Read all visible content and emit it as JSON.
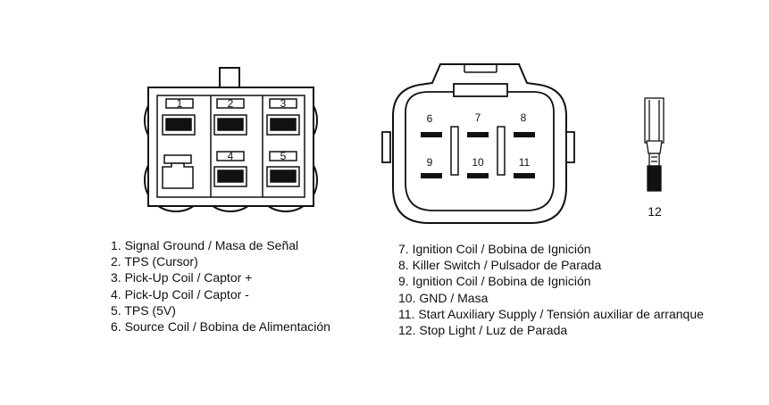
{
  "connector_a": {
    "pins": [
      {
        "label": "1"
      },
      {
        "label": "2"
      },
      {
        "label": "3"
      },
      {
        "label": "4"
      },
      {
        "label": "5"
      }
    ]
  },
  "connector_b": {
    "pins": [
      {
        "label": "6"
      },
      {
        "label": "7"
      },
      {
        "label": "8"
      },
      {
        "label": "9"
      },
      {
        "label": "10"
      },
      {
        "label": "11"
      }
    ]
  },
  "terminal": {
    "label": "12"
  },
  "legend_left": [
    "1. Signal Ground / Masa de Señal",
    "2. TPS (Cursor)",
    "3. Pick-Up Coil / Captor +",
    "4. Pick-Up Coil / Captor -",
    "5. TPS (5V)",
    "6. Source Coil / Bobina de Alimentación"
  ],
  "legend_right": [
    "7. Ignition Coil / Bobina de Ignición",
    "8. Killer Switch / Pulsador de Parada",
    "9. Ignition Coil / Bobina de Ignición",
    "10. GND / Masa",
    "11. Start  Auxiliary Supply / Tensión auxiliar de arranque",
    "12. Stop Light / Luz de Parada"
  ],
  "colors": {
    "line": "#111111",
    "fill": "#ffffff"
  }
}
